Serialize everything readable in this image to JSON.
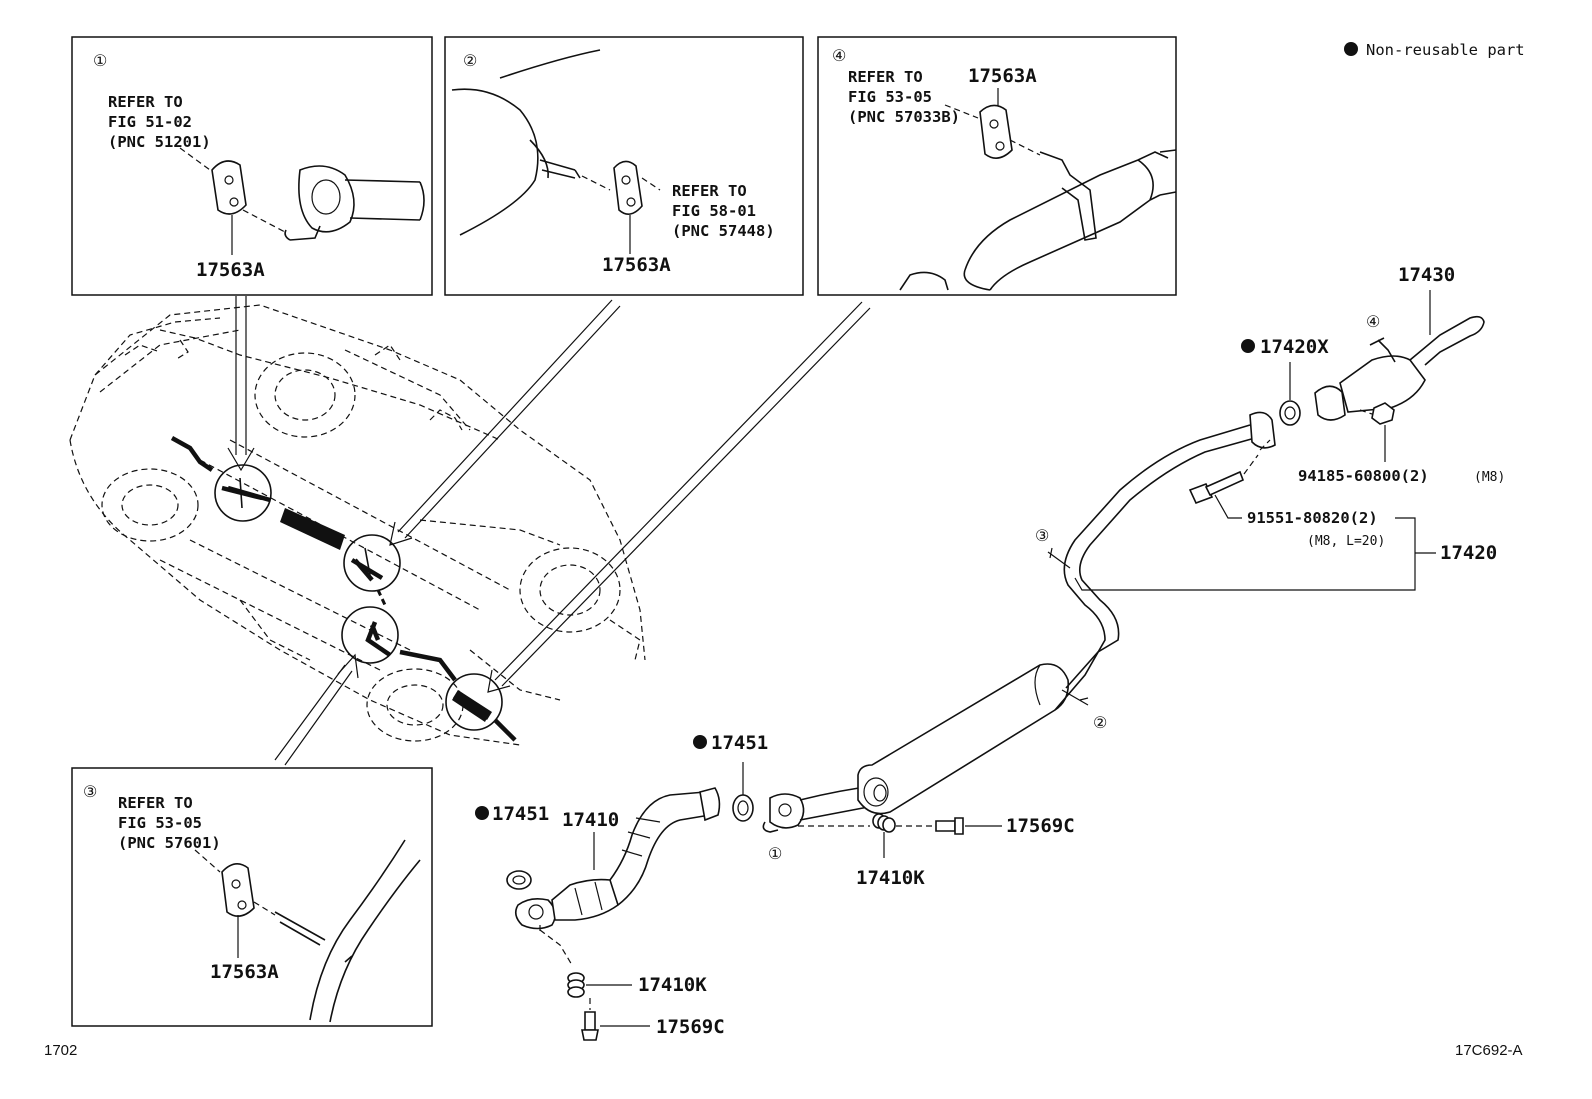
{
  "legend": {
    "bullet_icon": "filled-circle-icon",
    "text": "Non-reusable part"
  },
  "corners": {
    "bottom_left": "1702",
    "bottom_right": "17C692-A"
  },
  "insets": [
    {
      "marker": "①",
      "ref_lines": [
        "REFER TO",
        "FIG 51-02",
        "(PNC 51201)"
      ],
      "part": "17563A"
    },
    {
      "marker": "②",
      "ref_lines": [
        "REFER TO",
        "FIG 58-01",
        "(PNC 57448)"
      ],
      "part": "17563A"
    },
    {
      "marker": "③",
      "ref_lines": [
        "REFER TO",
        "FIG 53-05",
        "(PNC 57601)"
      ],
      "part": "17563A"
    },
    {
      "marker": "④",
      "ref_lines": [
        "REFER TO",
        "FIG 53-05",
        "(PNC 57033B)"
      ],
      "part": "17563A"
    }
  ],
  "parts": {
    "p17430": "17430",
    "p17420x": "17420X",
    "p94185_main": "94185-60800(2)",
    "p94185_sub": "(M8)",
    "p91551_main": "91551-80820(2)",
    "p91551_sub": "(M8, L=20)",
    "p17420": "17420",
    "p17451_a": "17451",
    "p17451_b": "17451",
    "p17410": "17410",
    "p17569c_a": "17569C",
    "p17410k_a": "17410K",
    "p17410k_b": "17410K",
    "p17569c_b": "17569C"
  },
  "markers": {
    "m1": "①",
    "m2": "②",
    "m3": "③",
    "m4": "④"
  }
}
